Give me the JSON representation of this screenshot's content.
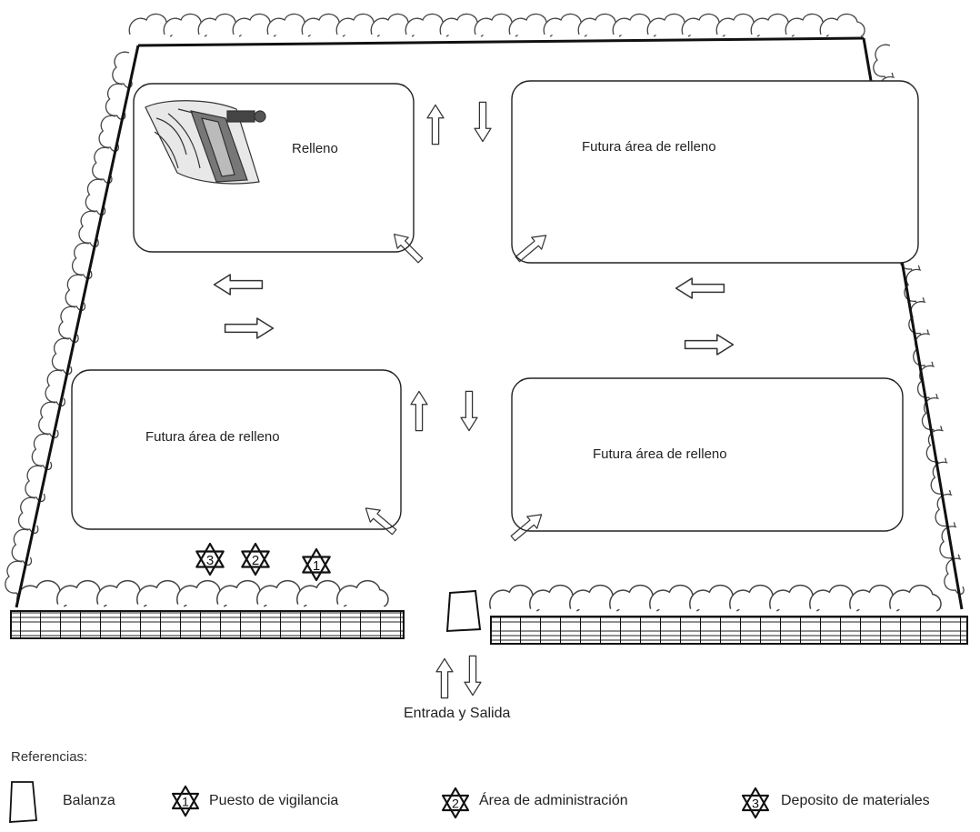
{
  "areas": {
    "top_left": "Relleno",
    "top_right": "Futura área de relleno",
    "bottom_left": "Futura área de relleno",
    "bottom_right": "Futura área de relleno"
  },
  "entrance_label": "Entrada y Salida",
  "legend": {
    "title": "Referencias:",
    "items": [
      {
        "symbol": "scale-icon",
        "label": "Balanza"
      },
      {
        "symbol": "star-1-icon",
        "number": "1",
        "label": "Puesto de vigilancia"
      },
      {
        "symbol": "star-2-icon",
        "number": "2",
        "label": "Área de administración"
      },
      {
        "symbol": "star-3-icon",
        "number": "3",
        "label": "Deposito de materiales"
      }
    ]
  },
  "site_markers": [
    "3",
    "2",
    "1"
  ],
  "colors": {
    "line": "#222222",
    "arrow": "#333333",
    "hedge": "#555555"
  }
}
